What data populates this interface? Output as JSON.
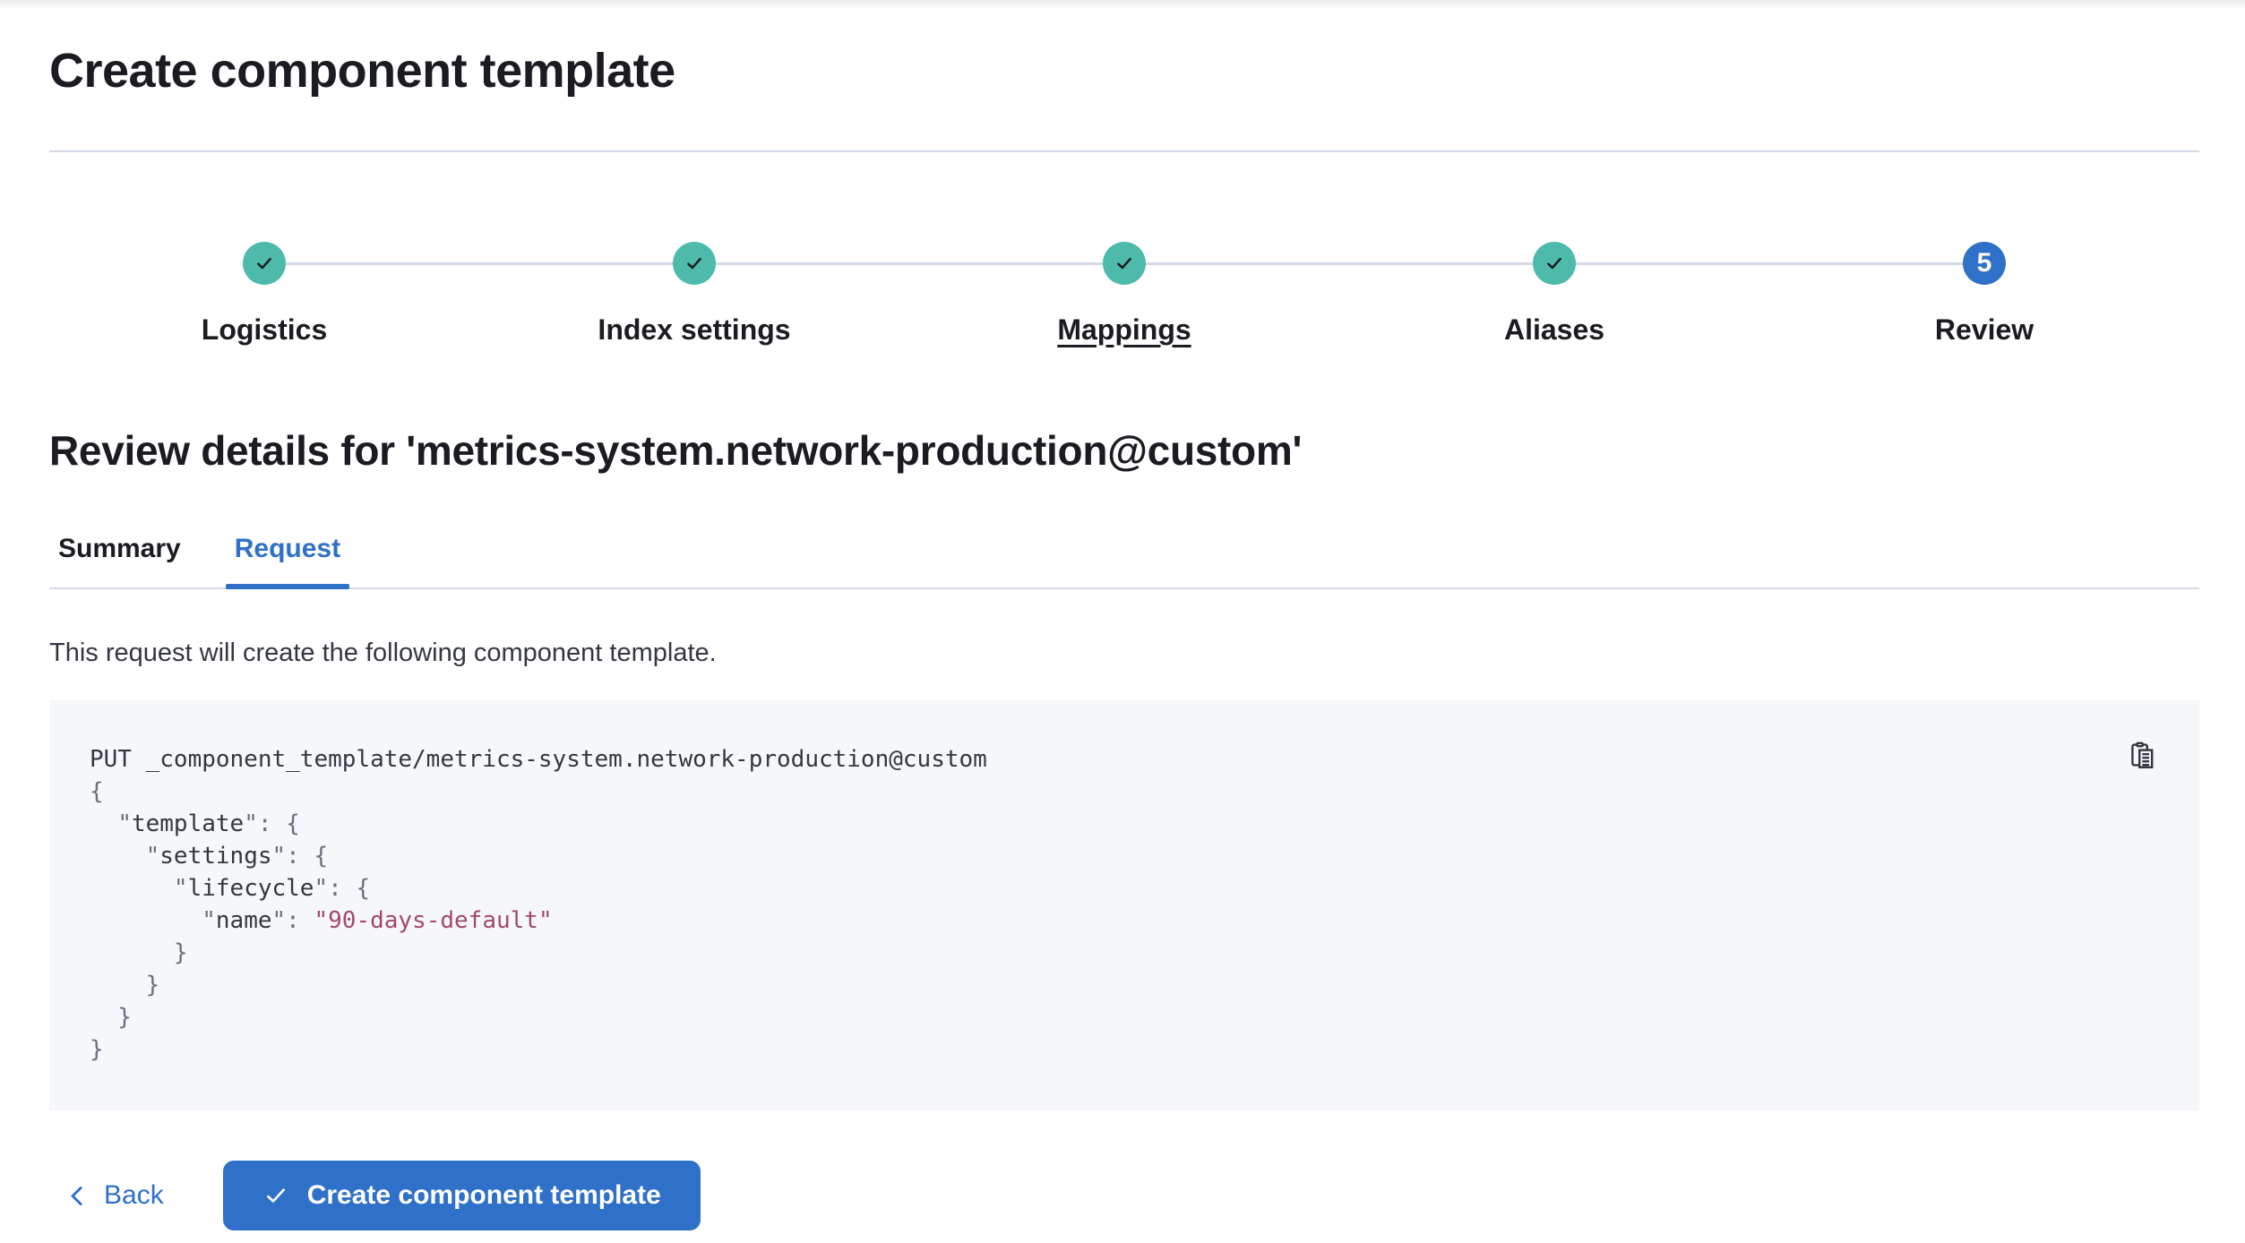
{
  "page": {
    "title": "Create component template"
  },
  "steps": {
    "items": [
      {
        "label": "Logistics",
        "status": "complete"
      },
      {
        "label": "Index settings",
        "status": "complete"
      },
      {
        "label": "Mappings",
        "status": "complete",
        "underlined": true
      },
      {
        "label": "Aliases",
        "status": "complete"
      },
      {
        "label": "Review",
        "status": "current",
        "number": "5"
      }
    ]
  },
  "review": {
    "heading": "Review details for 'metrics-system.network-production@custom'",
    "tabs": [
      {
        "label": "Summary",
        "active": false
      },
      {
        "label": "Request",
        "active": true
      }
    ],
    "description": "This request will create the following component template."
  },
  "code": {
    "copy_icon": "copy-clipboard-icon",
    "lines": [
      {
        "seg": [
          {
            "c": "plain",
            "t": "PUT _component_template/metrics-system.network-production@custom"
          }
        ]
      },
      {
        "seg": [
          {
            "c": "punct",
            "t": "{"
          }
        ]
      },
      {
        "seg": [
          {
            "c": "plain",
            "t": "  "
          },
          {
            "c": "punct",
            "t": "\""
          },
          {
            "c": "key",
            "t": "template"
          },
          {
            "c": "punct",
            "t": "\": {"
          }
        ]
      },
      {
        "seg": [
          {
            "c": "plain",
            "t": "    "
          },
          {
            "c": "punct",
            "t": "\""
          },
          {
            "c": "key",
            "t": "settings"
          },
          {
            "c": "punct",
            "t": "\": {"
          }
        ]
      },
      {
        "seg": [
          {
            "c": "plain",
            "t": "      "
          },
          {
            "c": "punct",
            "t": "\""
          },
          {
            "c": "key",
            "t": "lifecycle"
          },
          {
            "c": "punct",
            "t": "\": {"
          }
        ]
      },
      {
        "seg": [
          {
            "c": "plain",
            "t": "        "
          },
          {
            "c": "punct",
            "t": "\""
          },
          {
            "c": "key",
            "t": "name"
          },
          {
            "c": "punct",
            "t": "\": "
          },
          {
            "c": "string",
            "t": "\"90-days-default\""
          }
        ]
      },
      {
        "seg": [
          {
            "c": "punct",
            "t": "      }"
          }
        ]
      },
      {
        "seg": [
          {
            "c": "punct",
            "t": "    }"
          }
        ]
      },
      {
        "seg": [
          {
            "c": "punct",
            "t": "  }"
          }
        ]
      },
      {
        "seg": [
          {
            "c": "punct",
            "t": "}"
          }
        ]
      }
    ]
  },
  "footer": {
    "back_label": "Back",
    "submit_label": "Create component template"
  },
  "colors": {
    "primary_blue": "#2f70c8",
    "success_teal": "#4dbaab",
    "step_connector": "#d3dae6",
    "code_background": "#f5f7fa",
    "code_text": "#343741",
    "code_punctuation": "#69707d",
    "code_string": "#a34a68",
    "heading_text": "#1a1c21"
  }
}
